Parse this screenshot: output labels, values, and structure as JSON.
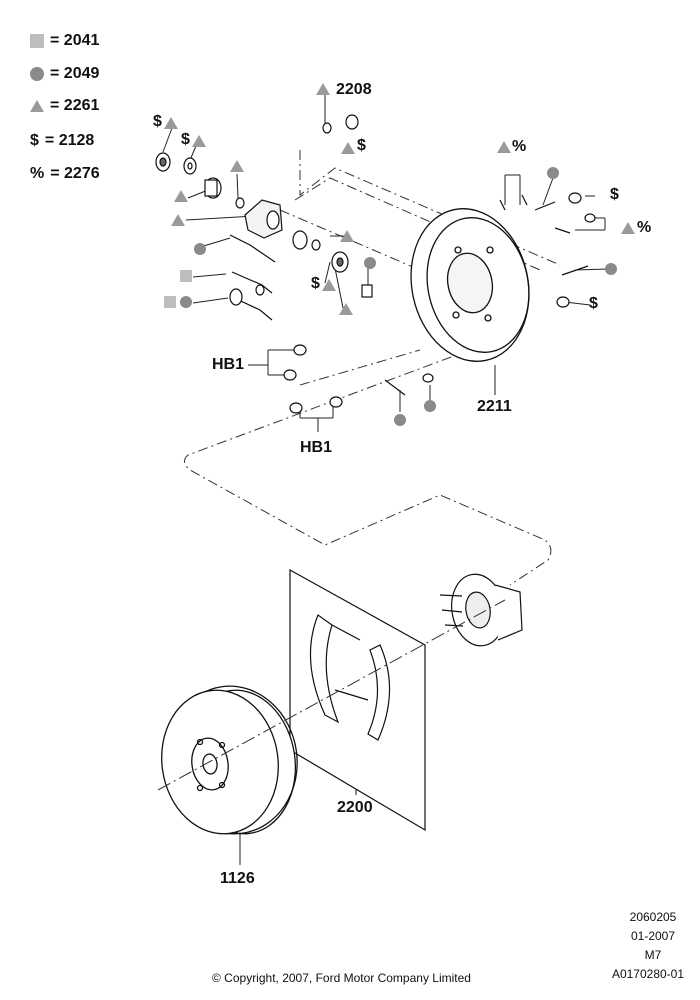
{
  "legend": [
    {
      "symbol": "square",
      "label": "= 2041"
    },
    {
      "symbol": "circle",
      "label": "= 2049"
    },
    {
      "symbol": "triangle",
      "label": "= 2261"
    },
    {
      "symbol": "$",
      "label": "= 2128"
    },
    {
      "symbol": "%",
      "label": "= 2276"
    }
  ],
  "callouts": {
    "c2208": "2208",
    "c2211": "2211",
    "c2200": "2200",
    "c1126": "1126",
    "hb1_upper": "HB1",
    "hb1_lower": "HB1"
  },
  "marks": {
    "dollar": "$",
    "percent": "%"
  },
  "meta": {
    "line1": "2060205",
    "line2": "01-2007",
    "line3": "M7",
    "line4": "A0170280-01",
    "copyright": "© Copyright, 2007, Ford Motor Company Limited"
  },
  "colors": {
    "line": "#1a1a1a",
    "symbol_gray": "#8a8a8a",
    "square_gray": "#bdbdbd",
    "triangle_gray": "#9a9a9a"
  }
}
